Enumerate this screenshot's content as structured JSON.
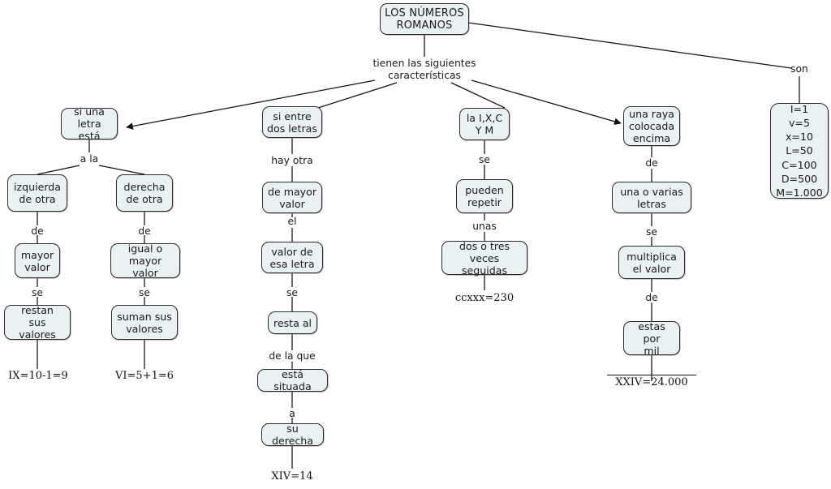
{
  "diagram": {
    "title": "LOS NÚMEROS ROMANOS",
    "root": {
      "label": "LOS NÚMEROS\nROMANOS"
    },
    "link_labels": {
      "root_to_branches": "tienen las siguientes\ncaracterísticas",
      "root_to_values": "son",
      "b1_a_la": "a la",
      "b1_left_de": "de",
      "b1_left_se": "se",
      "b1_right_de": "de",
      "b1_right_se": "se",
      "b2_hay_otra": "hay otra",
      "b2_el": "el",
      "b2_se": "se",
      "b2_de_la_que": "de la que",
      "b2_a": "a",
      "b3_se": "se",
      "b3_unas": "unas",
      "b4_de": "de",
      "b4_se": "se",
      "b4_de2": "de"
    },
    "branches": [
      {
        "id": "branch-letra-esta",
        "head": "si una\nletra está",
        "children": [
          {
            "id": "izquierda",
            "nodes": [
              "izquierda\nde otra",
              "mayor\nvalor",
              "restan\nsus valores"
            ],
            "example": "IX=10-1=9"
          },
          {
            "id": "derecha",
            "nodes": [
              "derecha\nde otra",
              "igual o\nmayor valor",
              "suman sus\nvalores"
            ],
            "example": "VI=5+1=6"
          }
        ]
      },
      {
        "id": "branch-entre-dos-letras",
        "head": "si entre\ndos letras",
        "nodes": [
          "de mayor\nvalor",
          "valor de\nesa letra",
          "resta al",
          "está situada",
          "su derecha"
        ],
        "example": "XIV=14"
      },
      {
        "id": "branch-ixcm",
        "head": "la I,X,C\nY M",
        "nodes": [
          "pueden\nrepetir",
          "dos o tres\nveces seguidas"
        ],
        "example": "ccxxx=230"
      },
      {
        "id": "branch-raya",
        "head": "una raya\ncolocada\nencima",
        "nodes": [
          "una o varias\nletras",
          "multiplica\nel valor",
          "estas por\nmil"
        ],
        "example": "XXIV=24.000",
        "example_overline": true
      }
    ],
    "values_box": "I=1\nv=5\nx=10\nL=50\nC=100\nD=500\nM=1.000",
    "colors": {
      "node_fill": "#e9f1f3",
      "node_border": "#2b2b2b",
      "line": "#111111",
      "background": "#ffffff"
    }
  }
}
